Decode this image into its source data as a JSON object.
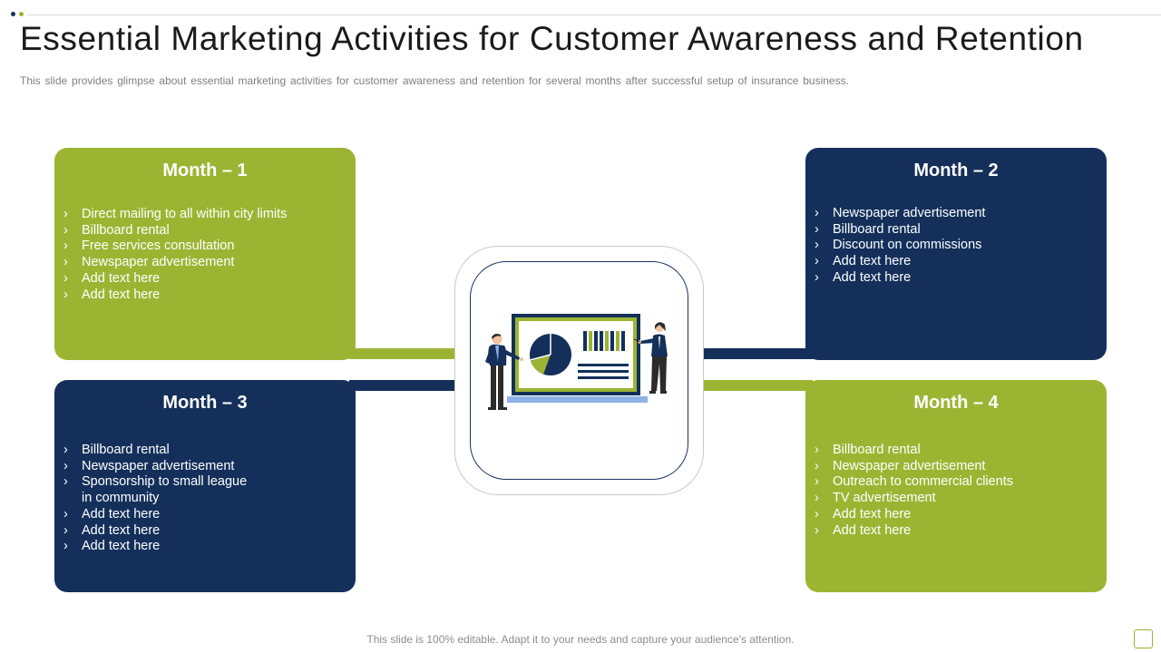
{
  "title": "Essential Marketing Activities for Customer Awareness and Retention",
  "subtitle": "This slide provides glimpse about essential marketing activities for customer awareness and retention for several months after successful setup of insurance business.",
  "footer": "This slide is 100% editable. Adapt it to your needs and capture your audience's attention.",
  "colors": {
    "green": "#9bb533",
    "navy": "#14305a",
    "accent_blue": "#8fb1e8"
  },
  "months": [
    {
      "title": "Month – 1",
      "items": [
        "Direct mailing to all within city limits",
        "Billboard rental",
        "Free services consultation",
        "Newspaper advertisement",
        "Add text here",
        "Add text here"
      ]
    },
    {
      "title": "Month – 2",
      "items": [
        "Newspaper advertisement",
        "Billboard rental",
        "Discount on commissions",
        "Add text here",
        "Add text here"
      ]
    },
    {
      "title": "Month – 3",
      "items": [
        "Billboard rental",
        "Newspaper advertisement",
        "Sponsorship to small league in community",
        "Add text here",
        "Add text here",
        "Add text here"
      ]
    },
    {
      "title": "Month – 4",
      "items": [
        "Billboard rental",
        "Newspaper advertisement",
        "Outreach to commercial clients",
        "TV advertisement",
        "Add text here",
        "Add text here"
      ]
    }
  ],
  "center_icon": "business-presentation-icon"
}
